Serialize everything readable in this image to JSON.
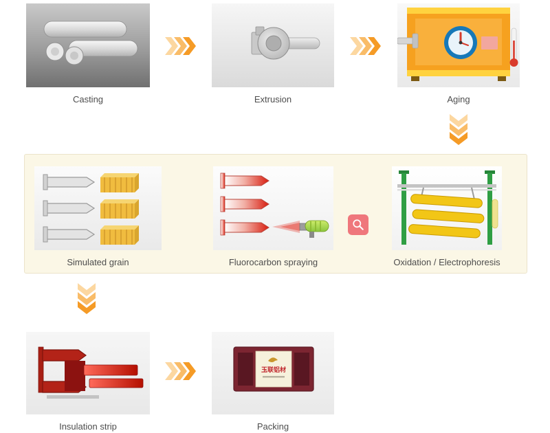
{
  "stages": {
    "casting": {
      "label": "Casting"
    },
    "extrusion": {
      "label": "Extrusion"
    },
    "aging": {
      "label": "Aging"
    },
    "simulated_grain": {
      "label": "Simulated grain"
    },
    "fluorocarbon_spraying": {
      "label": "Fluorocarbon spraying"
    },
    "oxidation_electrophoresis": {
      "label": "Oxidation / Electrophoresis"
    },
    "insulation_strip": {
      "label": "Insulation strip"
    },
    "packing": {
      "label": "Packing",
      "box_label": "玉联铝材"
    }
  },
  "flow": {
    "row1": [
      "Casting",
      "Extrusion",
      "Aging"
    ],
    "row2": [
      "Simulated grain",
      "Fluorocarbon spraying",
      "Oxidation / Electrophoresis"
    ],
    "row3": [
      "Insulation strip",
      "Packing"
    ],
    "connectors": [
      {
        "from": "Casting",
        "to": "Extrusion",
        "direction": "right"
      },
      {
        "from": "Extrusion",
        "to": "Aging",
        "direction": "right"
      },
      {
        "from": "Aging",
        "to": "row2",
        "direction": "down"
      },
      {
        "from": "Simulated grain",
        "to": "Insulation strip",
        "direction": "down"
      },
      {
        "from": "Insulation strip",
        "to": "Packing",
        "direction": "right"
      }
    ]
  },
  "icons": {
    "zoom": "magnifier-icon",
    "connector": "triple-chevron-icon"
  },
  "colors": {
    "arrow_light": "#fcd7a0",
    "arrow_mid": "#f9bc68",
    "arrow_dark": "#f59b26",
    "panel_bg": "#fbf7e6",
    "panel_border": "#ebe3ca",
    "label_text": "#4d4d4d",
    "furnace_orange": "#f6a11f",
    "wood_yellow": "#f0bc3f",
    "spray_red": "#d81e10",
    "rack_green": "#2f9e44",
    "bar_yellow": "#f2c616",
    "strip_red": "#b32318",
    "box_maroon": "#7c2531",
    "zoom_pink": "#ec5a64"
  }
}
